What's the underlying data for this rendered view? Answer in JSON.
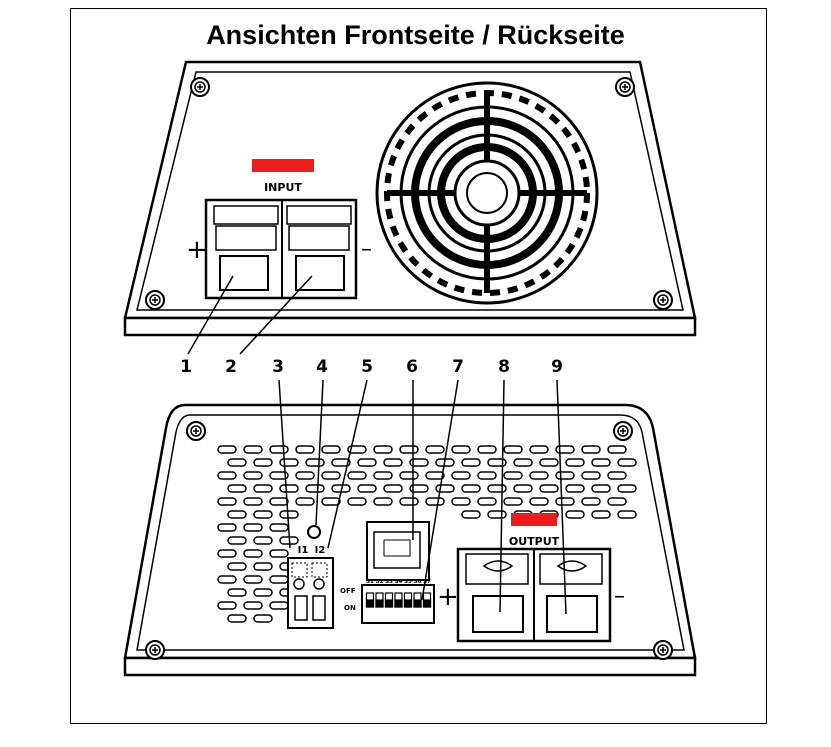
{
  "title": "Ansichten Frontseite / Rückseite",
  "front_panel": {
    "input_label": "INPUT",
    "plus_sign": "+",
    "minus_sign": "–"
  },
  "rear_panel": {
    "output_label": "OUTPUT",
    "plus_sign": "+",
    "minus_sign": "–",
    "i1_label": "I1",
    "i2_label": "I2",
    "off_label": "OFF",
    "on_label": "ON",
    "dip_labels": [
      "S1",
      "S2",
      "S3",
      "S4",
      "S5",
      "S6",
      "S7"
    ]
  },
  "callouts": [
    "1",
    "2",
    "3",
    "4",
    "5",
    "6",
    "7",
    "8",
    "9"
  ],
  "colors": {
    "marker": "#ee1c1c",
    "line": "#000000"
  }
}
